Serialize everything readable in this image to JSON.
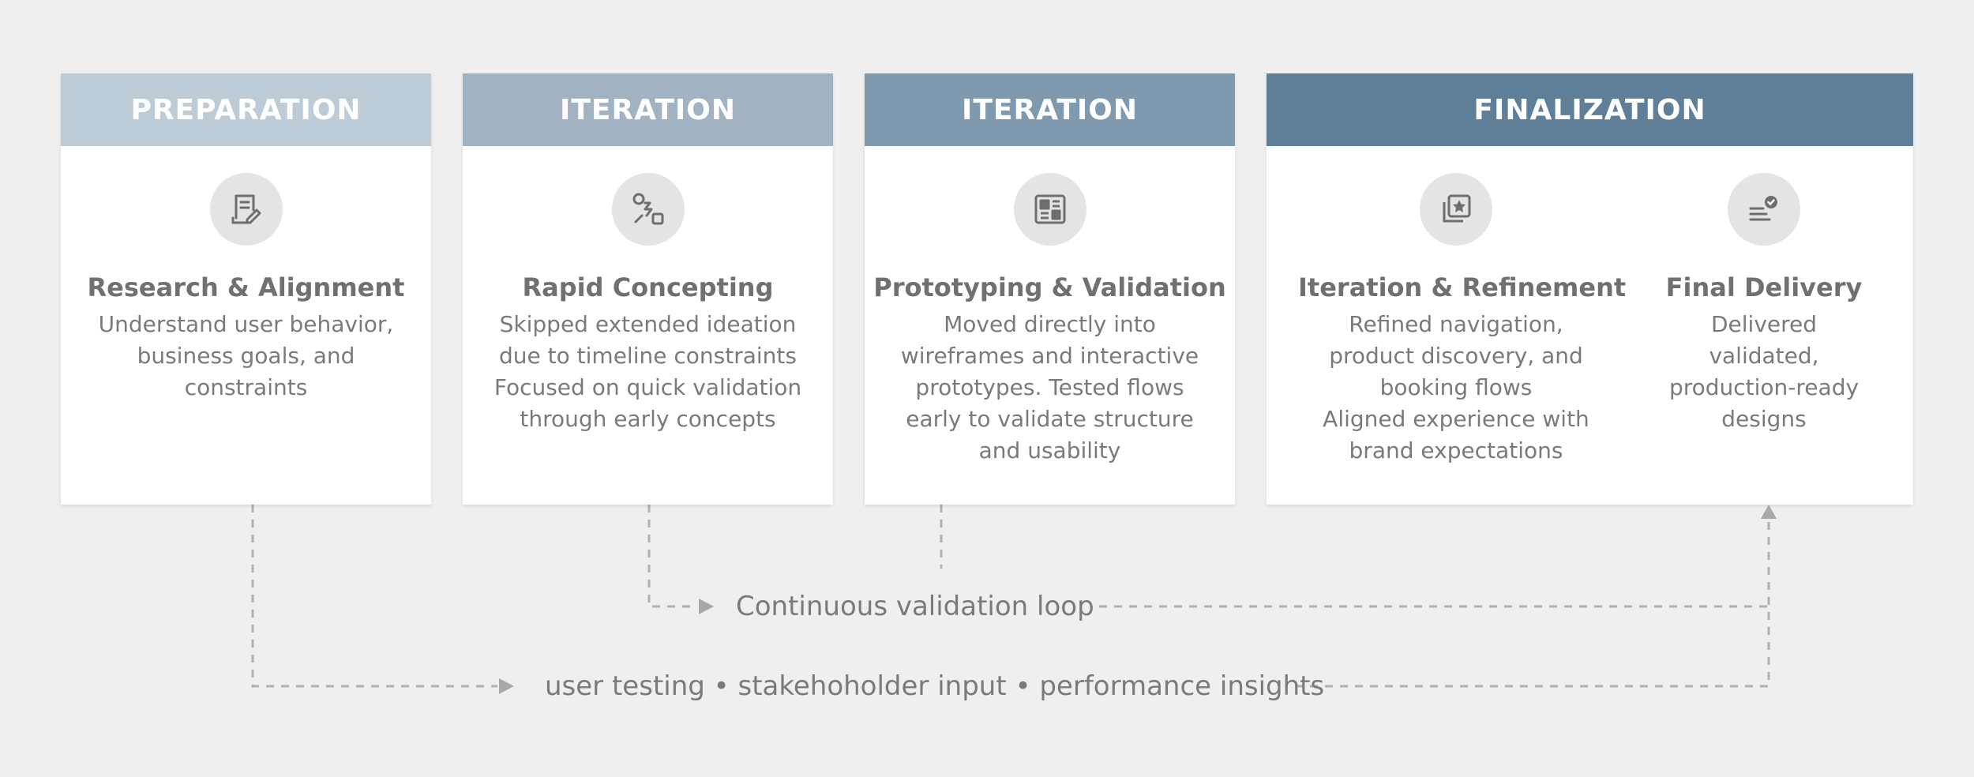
{
  "colors": {
    "background": "#efefef",
    "header_preparation": "#bccbd5",
    "header_iteration_1": "#a1b2c2",
    "header_iteration_2": "#7f9aae",
    "header_finalization": "#5f7f98",
    "icon_bg": "#e4e4e4",
    "text": "#707070",
    "connector": "#b0b0b0"
  },
  "phases": [
    {
      "header": "PREPARATION",
      "steps": [
        {
          "icon": "document-edit-icon",
          "title": "Research & Alignment",
          "description_lines": [
            "Understand user behavior,",
            "business goals, and",
            "constraints"
          ]
        }
      ]
    },
    {
      "header": "ITERATION",
      "steps": [
        {
          "icon": "flow-route-icon",
          "title": "Rapid Concepting",
          "description_lines": [
            "Skipped extended ideation",
            "due to timeline constraints",
            "Focused on quick validation",
            "through early concepts"
          ]
        }
      ]
    },
    {
      "header": "ITERATION",
      "steps": [
        {
          "icon": "layout-grid-icon",
          "title": "Prototyping & Validation",
          "description_lines": [
            "Moved directly into",
            "wireframes and interactive",
            "prototypes. Tested flows",
            "early to validate structure",
            "and usability"
          ]
        }
      ]
    },
    {
      "header": "FINALIZATION",
      "steps": [
        {
          "icon": "star-gallery-icon",
          "title": "Iteration & Refinement",
          "description_lines": [
            "Refined navigation,",
            "product discovery, and",
            "booking flows",
            "Aligned experience with",
            "brand expectations"
          ]
        },
        {
          "icon": "list-check-icon",
          "title": "Final Delivery",
          "description_lines": [
            "Delivered",
            "validated,",
            "production-ready",
            "designs"
          ]
        }
      ]
    }
  ],
  "loops": {
    "inner": "Continuous validation loop",
    "outer": "user testing • stakehoholder input • performance insights"
  }
}
